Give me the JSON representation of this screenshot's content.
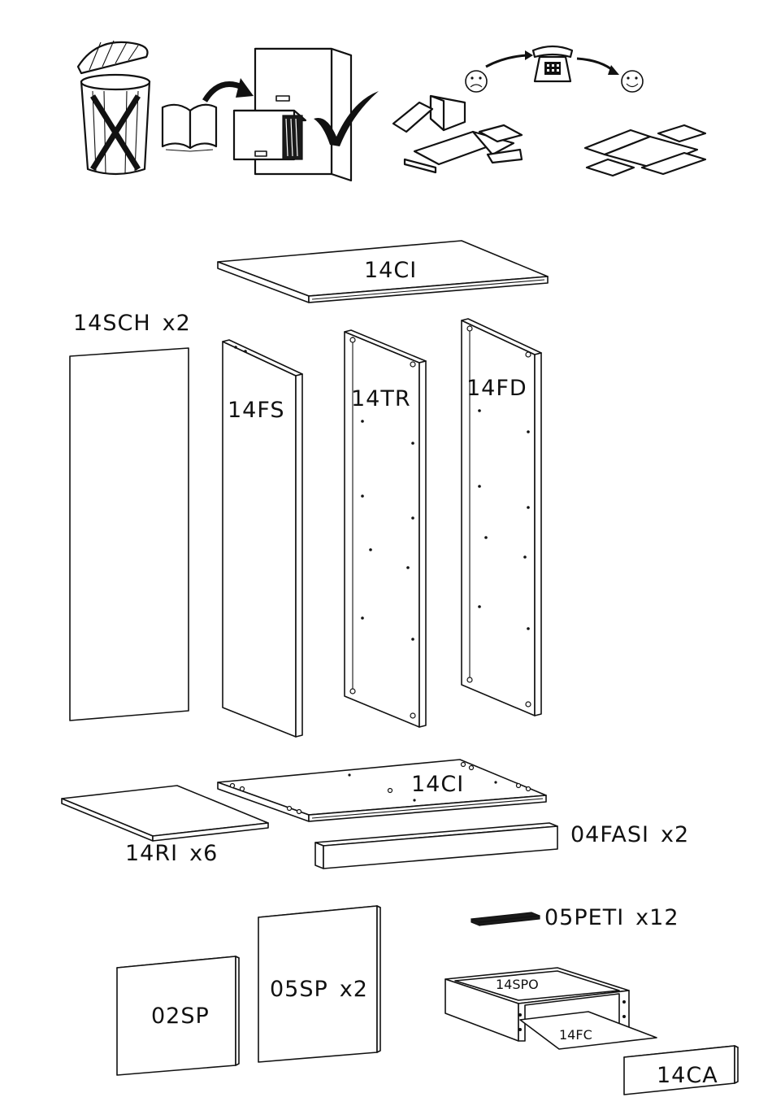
{
  "parts": {
    "top_panel": "14CI",
    "side_panels_label": "14SCH",
    "side_panels_qty": "x2",
    "left_side": "14FS",
    "back_panel": "14TR",
    "right_side": "14FD",
    "bottom_panel": "14CI",
    "shelf_label": "14RI",
    "shelf_qty": "x6",
    "plinth_label": "04FASI",
    "plinth_qty": "x2",
    "runner_label": "05PETI",
    "runner_qty": "x12",
    "door_small": "02SP",
    "door_large_label": "05SP",
    "door_large_qty": "x2",
    "drawer_side": "14SPO",
    "drawer_bottom": "14FC",
    "drawer_front": "14CA"
  },
  "icons": {
    "sad_face": "☹",
    "happy_face": "☺"
  }
}
